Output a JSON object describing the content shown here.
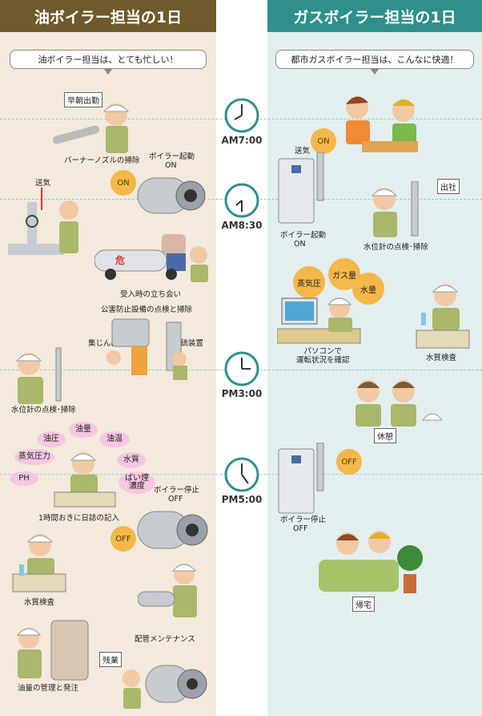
{
  "left": {
    "title": "油ボイラー担当の1日",
    "bubble": "油ボイラー担当は、とても忙しい！",
    "labels": {
      "early": "早朝出勤",
      "nozzle": "バーナーノズルの掃除",
      "boiler_start": "ボイラー起動",
      "on1": "ON",
      "on2": "ON",
      "feed": "送気",
      "receive": "受入時の立ち会い",
      "danger": "危",
      "pollution": "公害防止設備の点検と掃除",
      "dust": "集じん器",
      "desulf": "脱硫装置",
      "level": "水位計の点検･掃除",
      "log": "1時間おきに日誌の記入",
      "boiler_stop": "ボイラー停止",
      "off1": "OFF",
      "off2": "OFF",
      "water": "水質検査",
      "pipe": "配管メンテナンス",
      "overtime": "残業",
      "oil": "油量の管理と発注"
    },
    "params": [
      "油量",
      "油圧",
      "油温",
      "蒸気圧力",
      "水質",
      "PH",
      "ばい煙\n濃度"
    ]
  },
  "right": {
    "title": "ガスボイラー担当の1日",
    "bubble": "都市ガスボイラー担当は、こんなに快適！",
    "labels": {
      "on": "ON",
      "feed": "送気",
      "boiler_start": "ボイラー起動",
      "on2": "ON",
      "go_work": "出社",
      "level": "水位計の点検･掃除",
      "pc": "パソコンで\n運転状況を確認",
      "water": "水質検査",
      "rest": "休憩",
      "off": "OFF",
      "boiler_stop": "ボイラー停止",
      "off2": "OFF",
      "home": "帰宅"
    },
    "params": [
      "蒸気圧",
      "ガス量",
      "水量"
    ]
  },
  "times": [
    "AM7:00",
    "AM8:30",
    "PM3:00",
    "PM5:00"
  ],
  "colors": {
    "left_header": "#6e5a2b",
    "right_header": "#2f8f8b",
    "left_bg": "#f3e9dc",
    "right_bg": "#e3eeef",
    "clock": "#2f8f8b",
    "on_off": "#f4b84a",
    "params_left": "#f7c7e2"
  }
}
